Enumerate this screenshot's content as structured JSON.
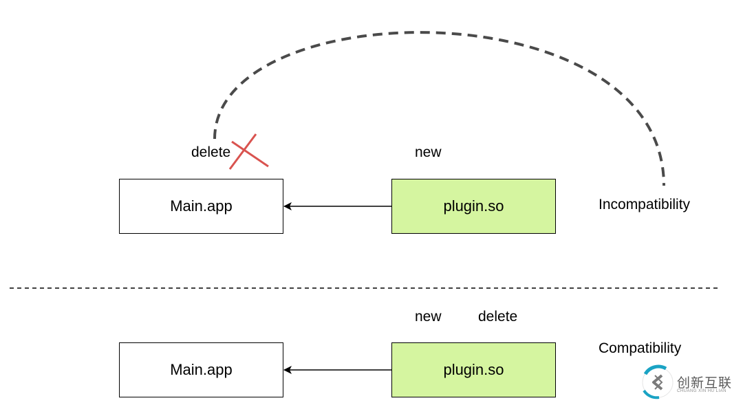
{
  "top": {
    "main_box": "Main.app",
    "plugin_box": "plugin.so",
    "delete_label": "delete",
    "new_label": "new",
    "status_label": "Incompatibility"
  },
  "bottom": {
    "main_box": "Main.app",
    "plugin_box": "plugin.so",
    "new_label": "new",
    "delete_label": "delete",
    "status_label": "Compatibility"
  },
  "colors": {
    "plugin_fill": "#d5f5a0",
    "cross": "#d9534f",
    "dashed_link": "#4a4a4a",
    "watermark_circle": "#1aa3c4"
  },
  "watermark": {
    "text": "创新互联",
    "subtext": "CHUANG XIN HU LIAN"
  }
}
